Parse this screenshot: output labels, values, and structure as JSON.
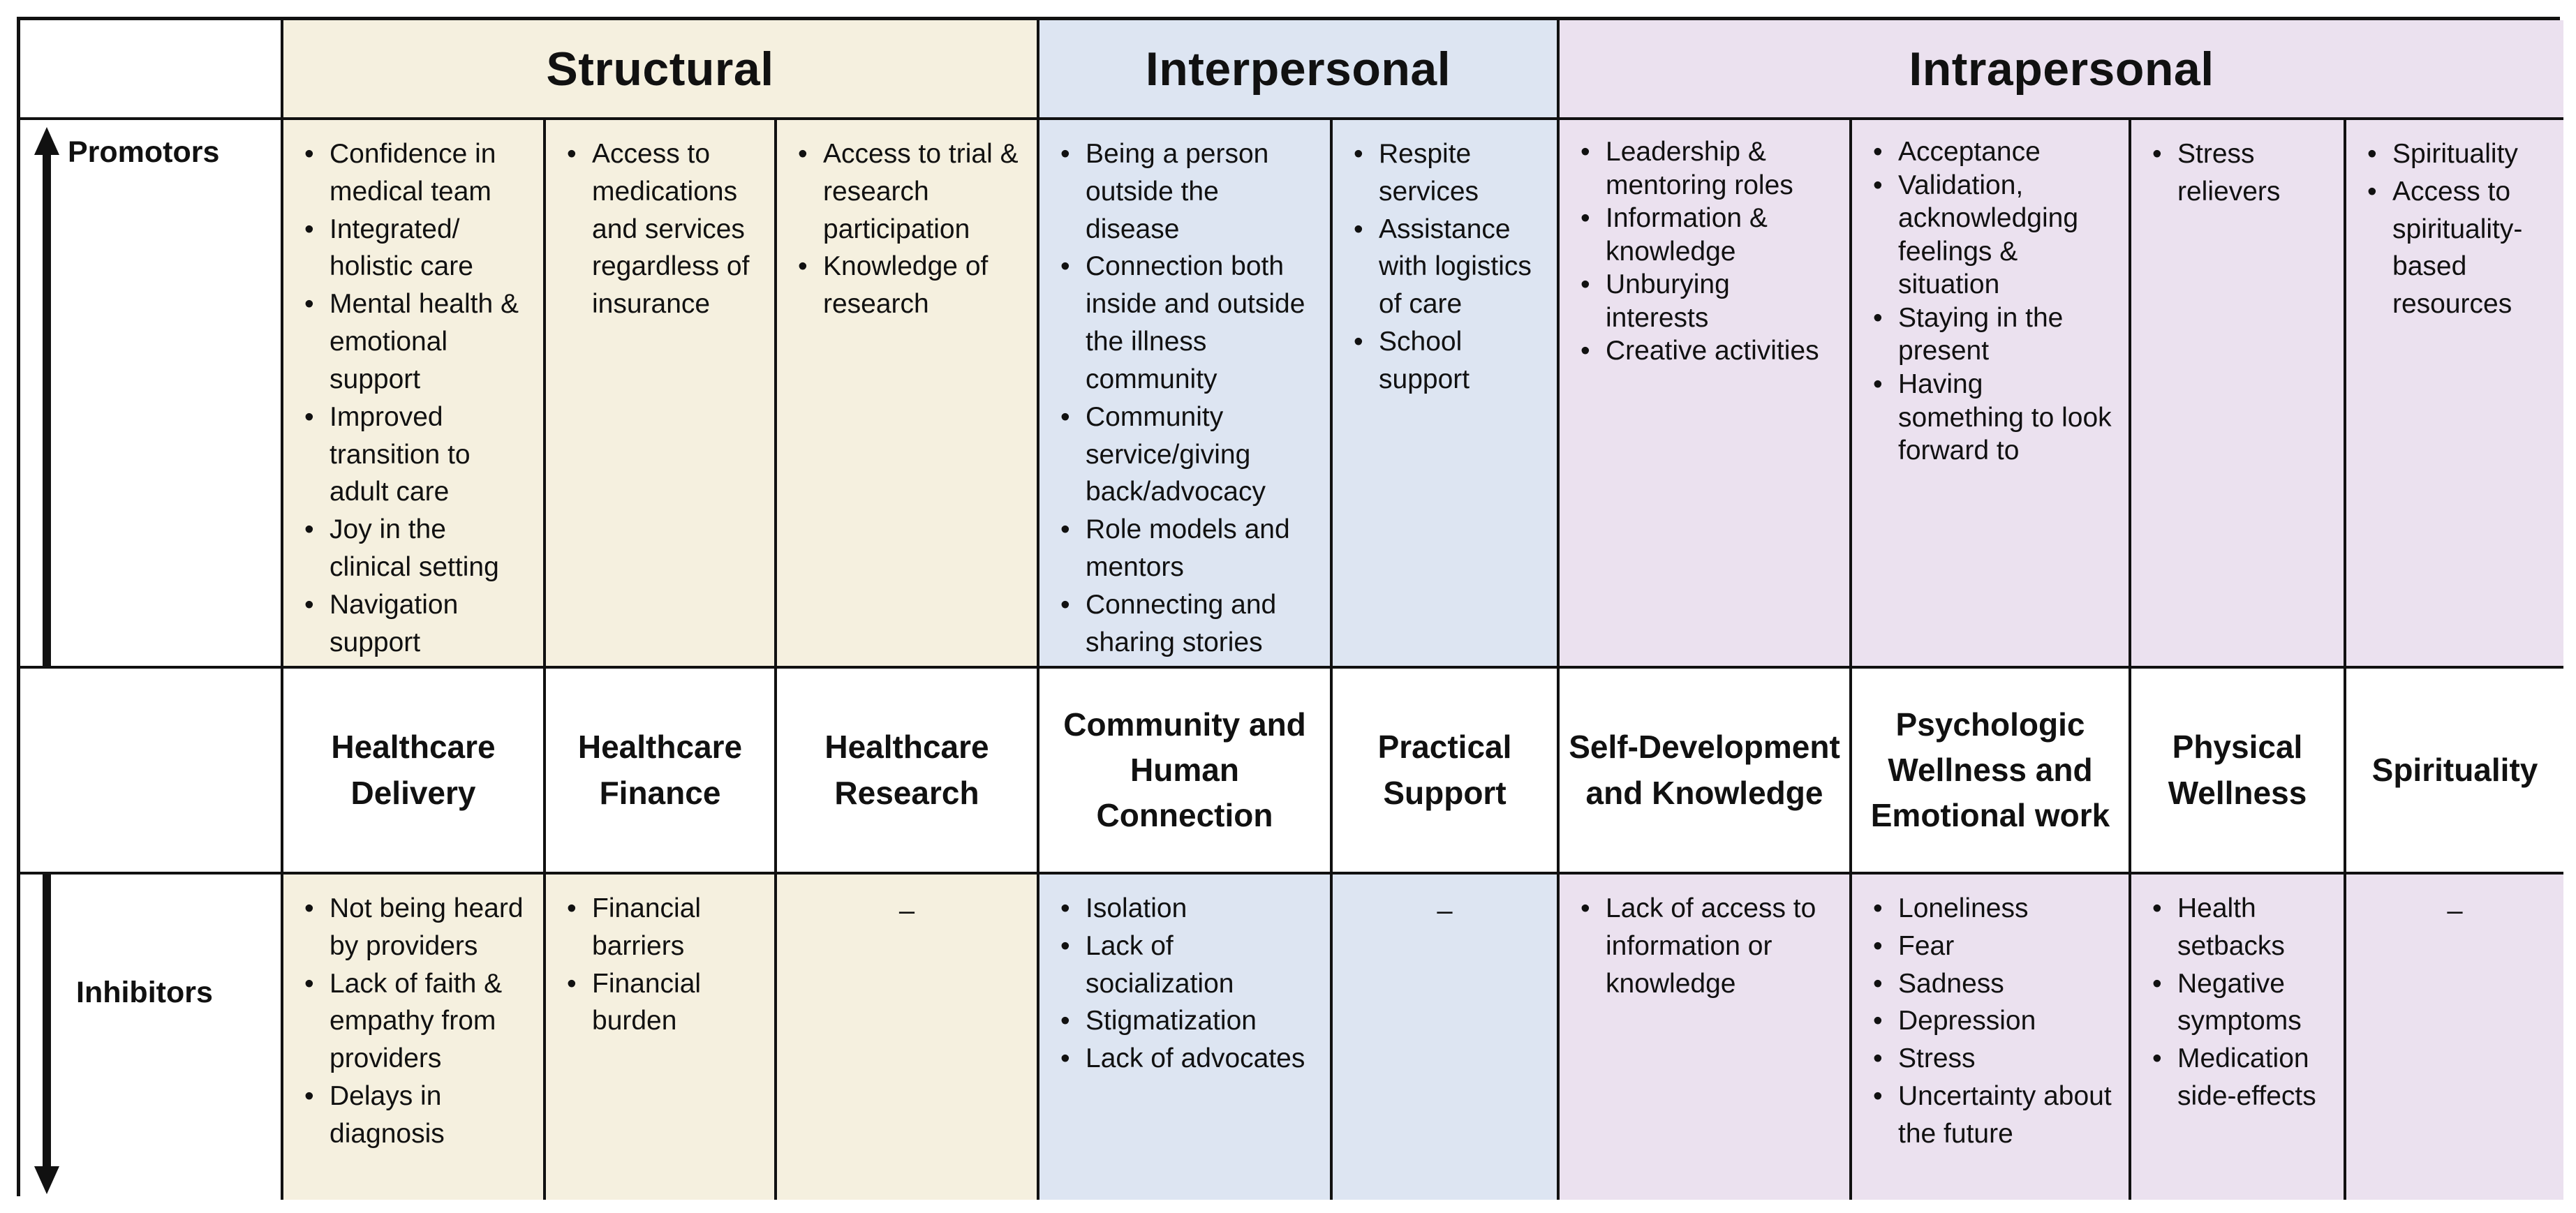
{
  "headers": {
    "structural": "Structural",
    "interpersonal": "Interpersonal",
    "intrapersonal": "Intrapersonal"
  },
  "row_labels": {
    "promotors": "Promotors",
    "inhibitors": "Inhibitors"
  },
  "categories": [
    "Healthcare Delivery",
    "Healthcare Finance",
    "Healthcare Research",
    "Community and Human Connection",
    "Practical Support",
    "Self-Development and Knowledge",
    "Psychologic Wellness and Emotional work",
    "Physical Wellness",
    "Spirituality"
  ],
  "promotors": [
    [
      "Confidence in medical team",
      "Integrated/ holistic care",
      "Mental health & emotional support",
      "Improved transition to adult care",
      "Joy in the clinical setting",
      "Navigation support"
    ],
    [
      "Access to medications and services regardless of insurance"
    ],
    [
      "Access to trial & research participation",
      "Knowledge of research"
    ],
    [
      "Being a person outside the disease",
      "Connection both inside and outside the illness community",
      "Community service/giving back/advocacy",
      "Role models and mentors",
      "Connecting and sharing stories"
    ],
    [
      "Respite services",
      "Assistance with logistics of care",
      "School support"
    ],
    [
      "Leadership & mentoring roles",
      "Information & knowledge",
      "Unburying interests",
      "Creative activities"
    ],
    [
      "Acceptance",
      "Validation, acknowledging feelings & situation",
      "Staying in the present",
      "Having something to look forward to"
    ],
    [
      "Stress relievers"
    ],
    [
      "Spirituality",
      "Access to spirituality-based resources"
    ]
  ],
  "inhibitors": [
    [
      "Not being heard by providers",
      "Lack of faith & empathy from providers",
      "Delays in diagnosis"
    ],
    [
      "Financial barriers",
      "Financial burden"
    ],
    [],
    [
      "Isolation",
      "Lack of socialization",
      "Stigmatization",
      "Lack of advocates"
    ],
    [],
    [
      "Lack of access to information or knowledge"
    ],
    [
      "Loneliness",
      "Fear",
      "Sadness",
      "Depression",
      "Stress",
      "Uncertainty about the future"
    ],
    [
      "Health setbacks",
      "Negative symptoms",
      "Medication side-effects"
    ],
    []
  ],
  "empty_marker": "–",
  "colors": {
    "structural": "#f5f0df",
    "interpersonal": "#dde5f2",
    "intrapersonal": "#ebe1ef",
    "border": "#111111"
  }
}
